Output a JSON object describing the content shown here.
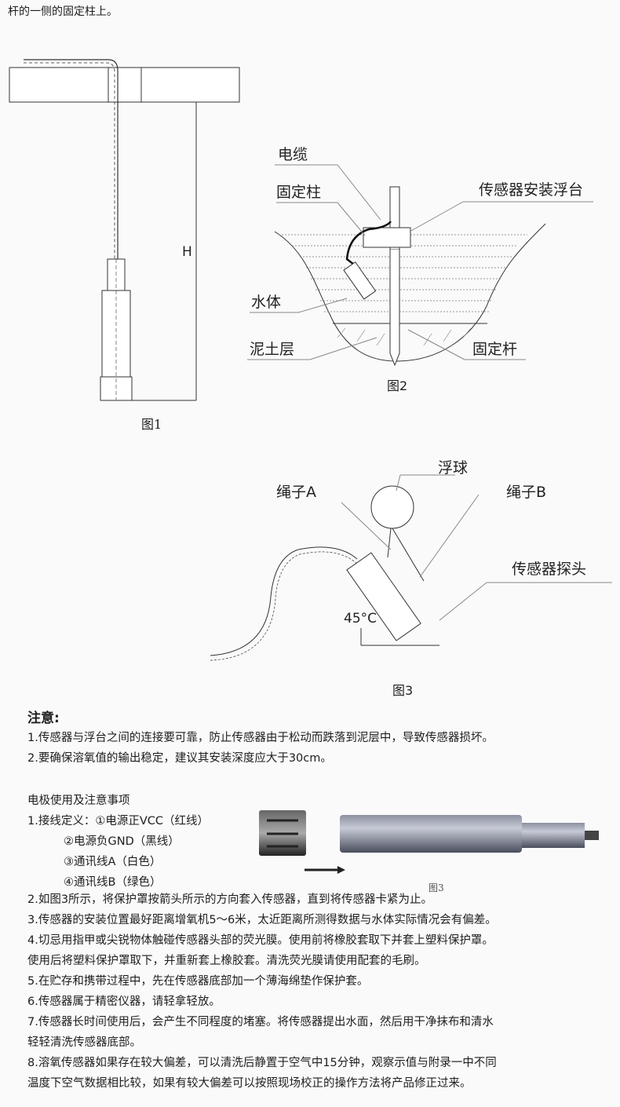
{
  "intro_fragment": "杆的一侧的固定柱上。",
  "figure1": {
    "caption": "图1",
    "height_label": "H"
  },
  "figure2": {
    "caption": "图2",
    "labels": {
      "cable": "电缆",
      "fixed_post": "固定柱",
      "float_platform": "传感器安装浮台",
      "water": "水体",
      "mud_layer": "泥土层",
      "fixed_rod": "固定杆"
    }
  },
  "figure3": {
    "caption": "图3",
    "labels": {
      "float_ball": "浮球",
      "rope_a": "绳子A",
      "rope_b": "绳子B",
      "probe": "传感器探头",
      "angle": "45°C"
    }
  },
  "notice": {
    "title": "注意:",
    "items": [
      "1.传感器与浮台之间的连接要可靠，防止传感器由于松动而跌落到泥层中，导致传感器损坏。",
      "2.要确保溶氧值的输出稳定，建议其安装深度应大于30cm。"
    ]
  },
  "electrode": {
    "title": "电极使用及注意事项",
    "wiring": [
      "1.接线定义：①电源正VCC（红线）",
      "②电源负GND（黑线）",
      "③通讯线A（白色）",
      "④通讯线B（绿色）"
    ],
    "photo_caption": "图3",
    "items": [
      "2.如图3所示，将保护罩按箭头所示的方向套入传感器，直到将传感器卡紧为止。",
      "3.传感器的安装位置最好距离增氧机5～6米，太近距离所测得数据与水体实际情况会有偏差。",
      "4.切忌用指甲或尖锐物体触碰传感器头部的荧光膜。使用前将橡胶套取下并套上塑料保护罩。",
      "使用后将塑料保护罩取下，并重新套上橡胶套。清洗荧光膜请使用配套的毛刷。",
      "5.在贮存和携带过程中，先在传感器底部加一个薄海绵垫作保护套。",
      "6.传感器属于精密仪器，请轻拿轻放。",
      "7.传感器长时间使用后，会产生不同程度的堵塞。将传感器提出水面，然后用干净抹布和清水",
      "轻轻清洗传感器底部。",
      "8.溶氧传感器如果存在较大偏差，可以清洗后静置于空气中15分钟，观察示值与附录一中不同",
      "温度下空气数据相比较，如果有较大偏差可以按照现场校正的操作方法将产品修正过来。"
    ]
  }
}
